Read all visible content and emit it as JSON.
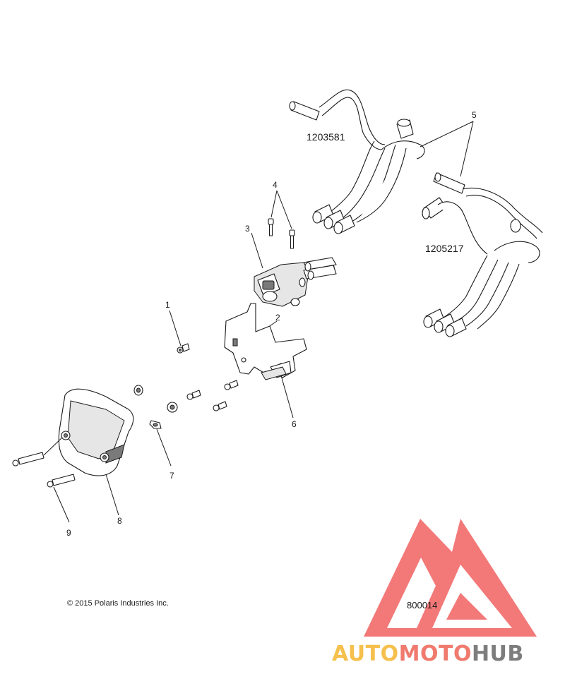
{
  "callouts": {
    "c1": "1",
    "c2": "2",
    "c3": "3",
    "c4": "4",
    "c5": "5",
    "c6": "6",
    "c7": "7",
    "c8": "8",
    "c9": "9"
  },
  "part_numbers": {
    "hose_a": "1203581",
    "hose_b": "1205217"
  },
  "footer": {
    "copyright": "© 2015 Polaris Industries Inc.",
    "figure_id": "800014"
  },
  "watermark": {
    "word_1": "AUTO",
    "word_2": "MOTO",
    "word_3": "HUB",
    "colors": {
      "logo_red": "#f26a6a",
      "auto": "#f6c04d",
      "moto": "#f07a6e",
      "hub": "#7d7d7d"
    }
  },
  "icons": [
    "harness-icon",
    "bolt-icon",
    "nut-icon",
    "valve-icon",
    "bracket-icon",
    "cover-icon",
    "logo-triangle-icon"
  ]
}
